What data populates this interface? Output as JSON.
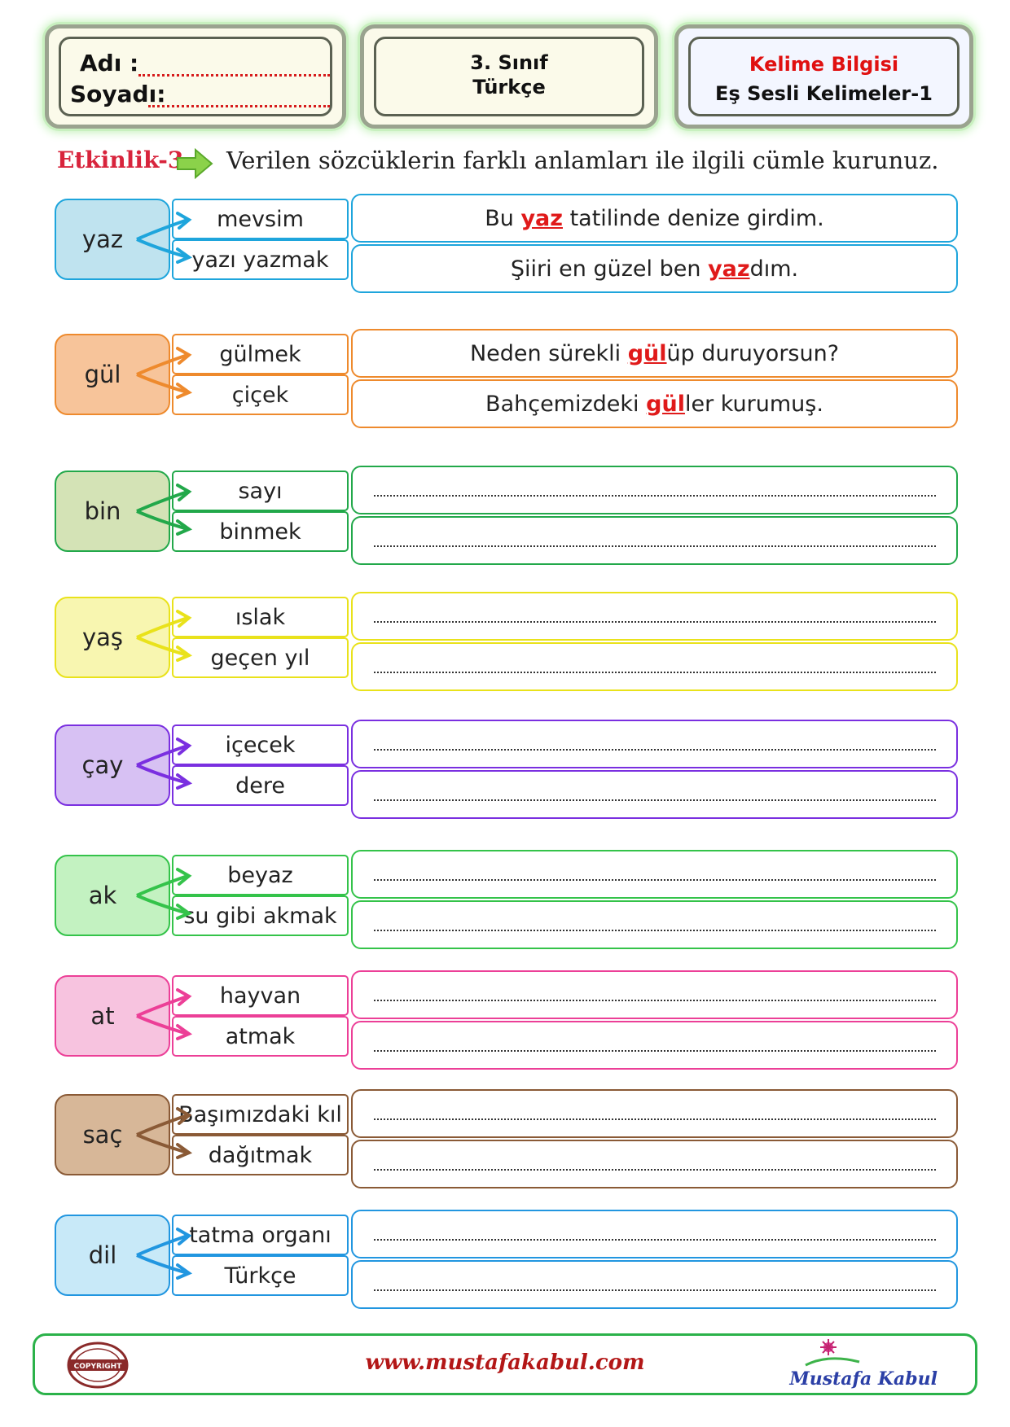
{
  "header": {
    "name_label": "Adı :",
    "surname_label": "Soyadı:",
    "grade": "3. Sınıf",
    "subject": "Türkçe",
    "topic": "Kelime Bilgisi",
    "subtopic": "Eş Sesli Kelimeler-1"
  },
  "instruction": {
    "activity": "Etkinlik-3",
    "text": "Verilen sözcüklerin farklı anlamları ile ilgili cümle kurunuz."
  },
  "rows": [
    {
      "word": "yaz",
      "color": "#1ea5dc",
      "fill": "#bfe3ef",
      "meanings": [
        "mevsim",
        "yazı yazmak"
      ],
      "sentences": [
        {
          "pre": "Bu ",
          "hl": "yaz",
          "post": " tatilinde denize girdim."
        },
        {
          "pre": "Şiiri en güzel ben ",
          "hl": "yaz",
          "post": "dım."
        }
      ]
    },
    {
      "word": "gül",
      "color": "#ee8a2d",
      "fill": "#f7c49a",
      "meanings": [
        "gülmek",
        "çiçek"
      ],
      "sentences": [
        {
          "pre": "Neden sürekli ",
          "hl": "gül",
          "post": "üp duruyorsun?"
        },
        {
          "pre": "Bahçemizdeki ",
          "hl": "gül",
          "post": "ler kurumuş."
        }
      ]
    },
    {
      "word": "bin",
      "color": "#22a84a",
      "fill": "#d4e3b6",
      "meanings": [
        "sayı",
        "binmek"
      ],
      "sentences": []
    },
    {
      "word": "yaş",
      "color": "#e9e21b",
      "fill": "#f8f6b0",
      "meanings": [
        "ıslak",
        "geçen yıl"
      ],
      "sentences": []
    },
    {
      "word": "çay",
      "color": "#7a2fe0",
      "fill": "#d7c1f3",
      "meanings": [
        "içecek",
        "dere"
      ],
      "sentences": []
    },
    {
      "word": "ak",
      "color": "#34c34a",
      "fill": "#c3f2c1",
      "meanings": [
        "beyaz",
        "su gibi akmak"
      ],
      "sentences": []
    },
    {
      "word": "at",
      "color": "#ec3f97",
      "fill": "#f7c3df",
      "meanings": [
        "hayvan",
        "atmak"
      ],
      "sentences": []
    },
    {
      "word": "saç",
      "color": "#8a5a36",
      "fill": "#d7b798",
      "meanings": [
        "Başımızdaki kıl",
        "dağıtmak"
      ],
      "sentences": []
    },
    {
      "word": "dil",
      "color": "#2196e0",
      "fill": "#c8e9f8",
      "meanings": [
        "tatma organı",
        "Türkçe"
      ],
      "sentences": []
    }
  ],
  "footer": {
    "url": "www.mustafakabul.com",
    "signature": "Mustafa Kabul",
    "seal_text": "COPYRIGHT"
  }
}
